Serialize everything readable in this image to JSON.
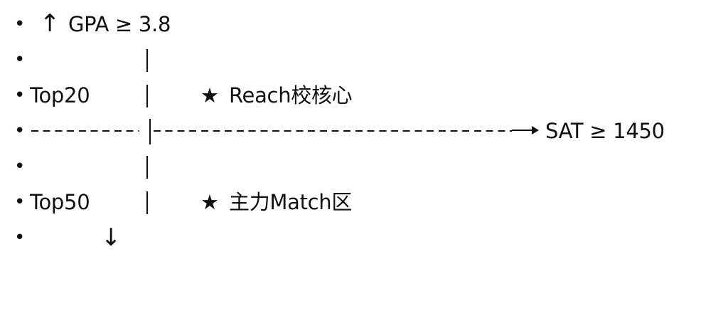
{
  "diagram": {
    "type": "quadrant-sketch",
    "bullet": "•",
    "y_axis": {
      "top_arrow": "↑",
      "label": "GPA ≥ 3.8",
      "bottom_arrow": "↓",
      "bar": "|"
    },
    "x_axis": {
      "label": "SAT ≥ 1450",
      "arrow": "→"
    },
    "rows": [
      {
        "left": "",
        "zone_label": ""
      },
      {
        "left": "Top20",
        "star": "★",
        "zone_label": "Reach校核心"
      },
      {
        "left": "Top50",
        "star": "★",
        "zone_label": "主力Match区"
      }
    ]
  }
}
